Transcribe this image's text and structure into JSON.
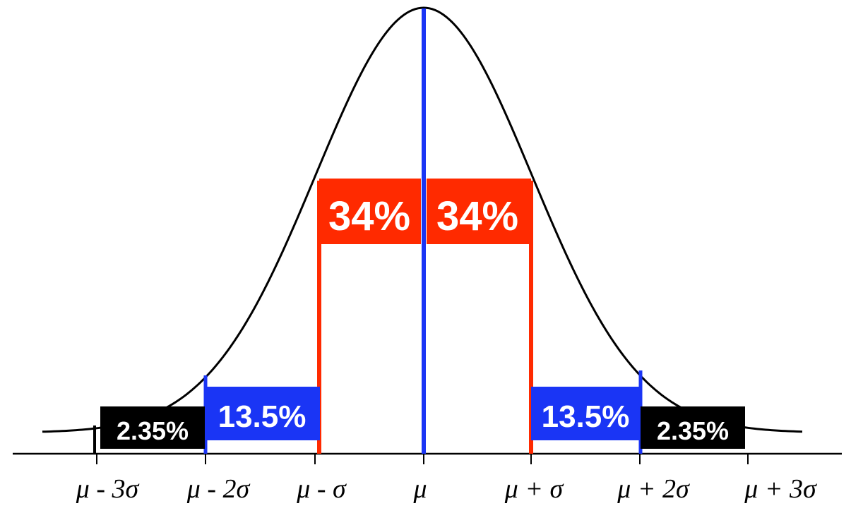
{
  "bands": [
    {
      "id": "left-tail",
      "label": "2.35%",
      "color": "#000000"
    },
    {
      "id": "left-mid",
      "label": "13.5%",
      "color": "#1a35f5"
    },
    {
      "id": "left-core",
      "label": "34%",
      "color": "#ff2a00"
    },
    {
      "id": "right-core",
      "label": "34%",
      "color": "#ff2a00"
    },
    {
      "id": "right-mid",
      "label": "13.5%",
      "color": "#1a35f5"
    },
    {
      "id": "right-tail",
      "label": "2.35%",
      "color": "#000000"
    }
  ],
  "axis_ticks": [
    {
      "id": "minus-3-sigma",
      "label": "μ - 3σ"
    },
    {
      "id": "minus-2-sigma",
      "label": "μ - 2σ"
    },
    {
      "id": "minus-1-sigma",
      "label": "μ - σ"
    },
    {
      "id": "mean",
      "label": "μ"
    },
    {
      "id": "plus-1-sigma",
      "label": "μ + σ"
    },
    {
      "id": "plus-2-sigma",
      "label": "μ + 2σ"
    },
    {
      "id": "plus-3-sigma",
      "label": "μ + 3σ"
    }
  ],
  "colors": {
    "curve": "#000000",
    "mean_line": "#1a35f5",
    "sigma1_lines": "#ff2a00",
    "sigma2_lines": "#1a35f5",
    "sigma3_lines": "#000000"
  }
}
